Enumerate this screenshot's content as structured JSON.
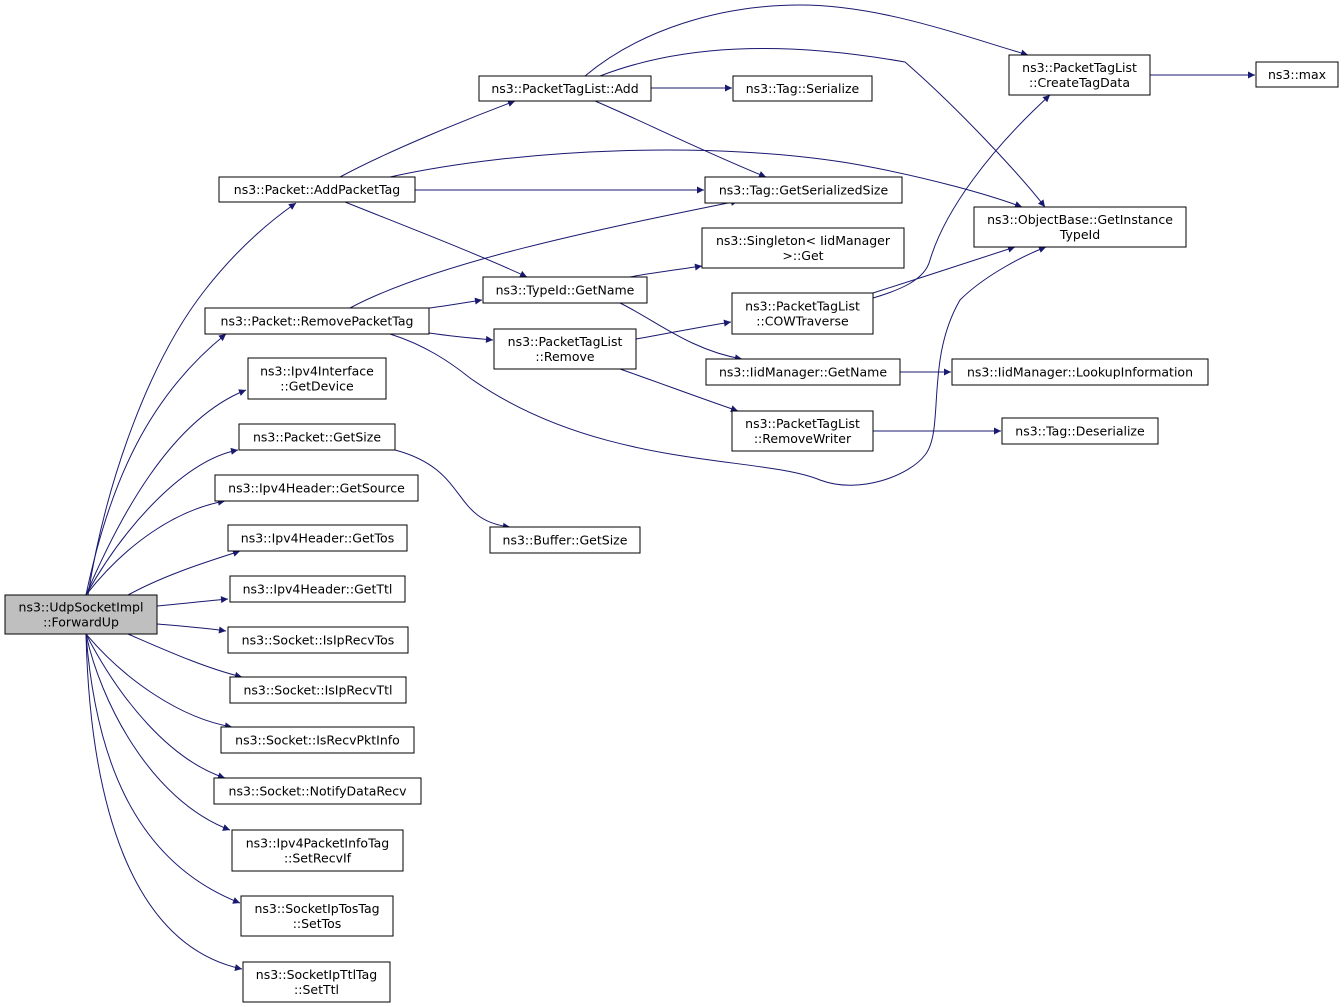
{
  "graph": {
    "colors": {
      "edge": "#191970",
      "root_fill": "#bfbfbf",
      "node_fill": "#ffffff",
      "border": "#000000"
    },
    "nodes": [
      {
        "id": "udp-forwardup",
        "lines": [
          "ns3::UdpSocketImpl",
          "::ForwardUp"
        ],
        "root": true
      },
      {
        "id": "packet-addpackettag",
        "lines": [
          "ns3::Packet::AddPacketTag"
        ]
      },
      {
        "id": "packet-removepackettag",
        "lines": [
          "ns3::Packet::RemovePacketTag"
        ]
      },
      {
        "id": "ipv4interface-getdevice",
        "lines": [
          "ns3::Ipv4Interface",
          "::GetDevice"
        ]
      },
      {
        "id": "packet-getsize",
        "lines": [
          "ns3::Packet::GetSize"
        ]
      },
      {
        "id": "ipv4header-getsource",
        "lines": [
          "ns3::Ipv4Header::GetSource"
        ]
      },
      {
        "id": "ipv4header-gettos",
        "lines": [
          "ns3::Ipv4Header::GetTos"
        ]
      },
      {
        "id": "ipv4header-getttl",
        "lines": [
          "ns3::Ipv4Header::GetTtl"
        ]
      },
      {
        "id": "socket-isiprecvtos",
        "lines": [
          "ns3::Socket::IsIpRecvTos"
        ]
      },
      {
        "id": "socket-isiprecvttl",
        "lines": [
          "ns3::Socket::IsIpRecvTtl"
        ]
      },
      {
        "id": "socket-isrecvpktinfo",
        "lines": [
          "ns3::Socket::IsRecvPktInfo"
        ]
      },
      {
        "id": "socket-notifydatarecv",
        "lines": [
          "ns3::Socket::NotifyDataRecv"
        ]
      },
      {
        "id": "ipv4packetinfotag-setrecvif",
        "lines": [
          "ns3::Ipv4PacketInfoTag",
          "::SetRecvIf"
        ]
      },
      {
        "id": "socketiptostag-settos",
        "lines": [
          "ns3::SocketIpTosTag",
          "::SetTos"
        ]
      },
      {
        "id": "socketipttltag-setttl",
        "lines": [
          "ns3::SocketIpTtlTag",
          "::SetTtl"
        ]
      },
      {
        "id": "packettaglist-add",
        "lines": [
          "ns3::PacketTagList::Add"
        ]
      },
      {
        "id": "typeid-getname",
        "lines": [
          "ns3::TypeId::GetName"
        ]
      },
      {
        "id": "packettaglist-remove",
        "lines": [
          "ns3::PacketTagList",
          "::Remove"
        ]
      },
      {
        "id": "buffer-getsize",
        "lines": [
          "ns3::Buffer::GetSize"
        ]
      },
      {
        "id": "tag-serialize",
        "lines": [
          "ns3::Tag::Serialize"
        ]
      },
      {
        "id": "tag-getserializedsize",
        "lines": [
          "ns3::Tag::GetSerializedSize"
        ]
      },
      {
        "id": "singleton-get",
        "lines": [
          "ns3::Singleton< IidManager",
          " >::Get"
        ]
      },
      {
        "id": "packettaglist-cowtraverse",
        "lines": [
          "ns3::PacketTagList",
          "::COWTraverse"
        ]
      },
      {
        "id": "iidmanager-getname",
        "lines": [
          "ns3::IidManager::GetName"
        ]
      },
      {
        "id": "packettaglist-removewriter",
        "lines": [
          "ns3::PacketTagList",
          "::RemoveWriter"
        ]
      },
      {
        "id": "packettaglist-createtagdata",
        "lines": [
          "ns3::PacketTagList",
          "::CreateTagData"
        ]
      },
      {
        "id": "objectbase-getinstancetypeid",
        "lines": [
          "ns3::ObjectBase::GetInstance",
          "TypeId"
        ]
      },
      {
        "id": "iidmanager-lookupinformation",
        "lines": [
          "ns3::IidManager::LookupInformation"
        ]
      },
      {
        "id": "tag-deserialize",
        "lines": [
          "ns3::Tag::Deserialize"
        ]
      },
      {
        "id": "max",
        "lines": [
          "ns3::max"
        ]
      }
    ],
    "edges": [
      [
        "udp-forwardup",
        "packet-addpackettag"
      ],
      [
        "udp-forwardup",
        "packet-removepackettag"
      ],
      [
        "udp-forwardup",
        "ipv4interface-getdevice"
      ],
      [
        "udp-forwardup",
        "packet-getsize"
      ],
      [
        "udp-forwardup",
        "ipv4header-getsource"
      ],
      [
        "udp-forwardup",
        "ipv4header-gettos"
      ],
      [
        "udp-forwardup",
        "ipv4header-getttl"
      ],
      [
        "udp-forwardup",
        "socket-isiprecvtos"
      ],
      [
        "udp-forwardup",
        "socket-isiprecvttl"
      ],
      [
        "udp-forwardup",
        "socket-isrecvpktinfo"
      ],
      [
        "udp-forwardup",
        "socket-notifydatarecv"
      ],
      [
        "udp-forwardup",
        "ipv4packetinfotag-setrecvif"
      ],
      [
        "udp-forwardup",
        "socketiptostag-settos"
      ],
      [
        "udp-forwardup",
        "socketipttltag-setttl"
      ],
      [
        "packet-addpackettag",
        "packettaglist-add"
      ],
      [
        "packet-addpackettag",
        "tag-getserializedsize"
      ],
      [
        "packet-addpackettag",
        "typeid-getname"
      ],
      [
        "packet-addpackettag",
        "objectbase-getinstancetypeid"
      ],
      [
        "packet-removepackettag",
        "tag-getserializedsize"
      ],
      [
        "packet-removepackettag",
        "typeid-getname"
      ],
      [
        "packet-removepackettag",
        "packettaglist-remove"
      ],
      [
        "packet-removepackettag",
        "objectbase-getinstancetypeid"
      ],
      [
        "packet-getsize",
        "buffer-getsize"
      ],
      [
        "packettaglist-add",
        "tag-serialize"
      ],
      [
        "packettaglist-add",
        "tag-getserializedsize"
      ],
      [
        "packettaglist-add",
        "packettaglist-createtagdata"
      ],
      [
        "packettaglist-add",
        "objectbase-getinstancetypeid"
      ],
      [
        "typeid-getname",
        "singleton-get"
      ],
      [
        "typeid-getname",
        "iidmanager-getname"
      ],
      [
        "packettaglist-remove",
        "packettaglist-cowtraverse"
      ],
      [
        "packettaglist-remove",
        "packettaglist-removewriter"
      ],
      [
        "packettaglist-cowtraverse",
        "packettaglist-createtagdata"
      ],
      [
        "packettaglist-cowtraverse",
        "objectbase-getinstancetypeid"
      ],
      [
        "iidmanager-getname",
        "iidmanager-lookupinformation"
      ],
      [
        "packettaglist-removewriter",
        "tag-deserialize"
      ],
      [
        "packettaglist-createtagdata",
        "max"
      ]
    ]
  }
}
